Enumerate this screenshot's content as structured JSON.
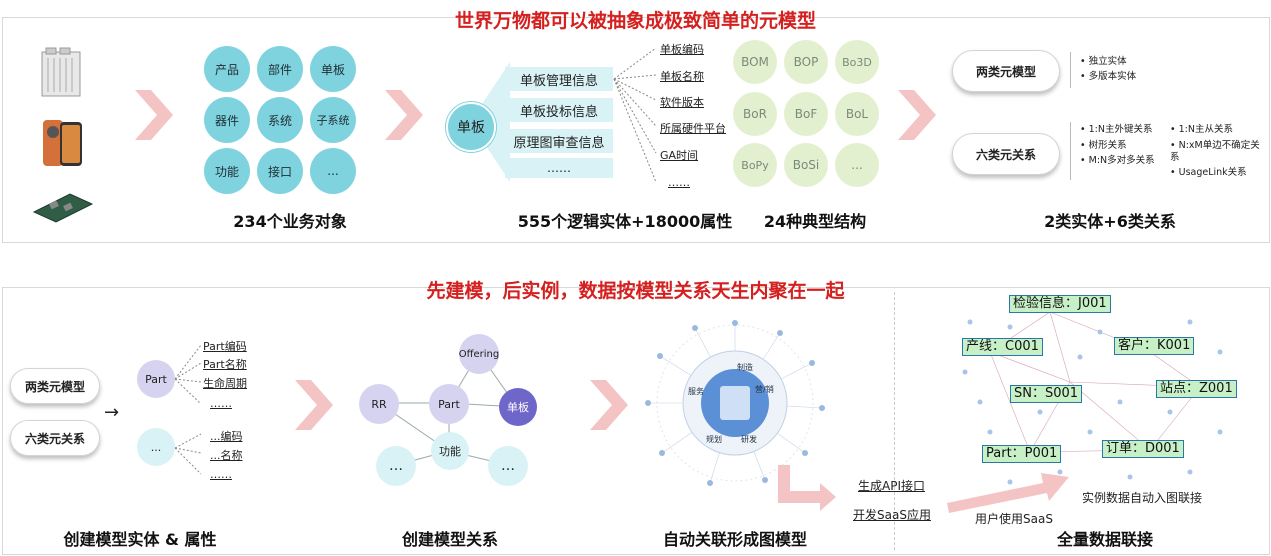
{
  "top": {
    "title": "世界万物都可以被抽象成极致简单的元模型",
    "business_objects": [
      "产品",
      "部件",
      "单板",
      "器件",
      "系统",
      "子系统",
      "功能",
      "接口",
      "..."
    ],
    "caption1": "234个业务对象",
    "center_node": "单板",
    "info_boxes": [
      "单板管理信息",
      "单板投标信息",
      "原理图审查信息",
      "……"
    ],
    "attributes": [
      "单板编码",
      "单板名称",
      "软件版本",
      "所属硬件平台",
      "GA时间",
      "……"
    ],
    "caption2": "555个逻辑实体+18000属性",
    "structures": [
      "BOM",
      "BOP",
      "Bo3D",
      "BoR",
      "BoF",
      "BoL",
      "BoPy",
      "BoSi",
      "..."
    ],
    "caption3": "24种典型结构",
    "pill_entity": "两类元模型",
    "entity_items": [
      "独立实体",
      "多版本实体"
    ],
    "pill_relation": "六类元关系",
    "relation_items_left": [
      "1:N主外键关系",
      "树形关系",
      "M:N多对多关系"
    ],
    "relation_items_right": [
      "1:N主从关系",
      "N:xM单边不确定关系",
      "UsageLink关系"
    ],
    "caption4": "2类实体+6类关系"
  },
  "bottom": {
    "title": "先建模，后实例，数据按模型关系天生内聚在一起",
    "pill_entity": "两类元模型",
    "pill_relation": "六类元关系",
    "arrow": "→",
    "part_node": "Part",
    "part_attrs": [
      "Part编码",
      "Part名称",
      "生命周期",
      "……"
    ],
    "other_node": "...",
    "other_attrs": [
      "...编码",
      "...名称",
      "……"
    ],
    "caption1": "创建模型实体 & 属性",
    "graph_nodes": [
      "Offering",
      "RR",
      "Part",
      "单板",
      "功能",
      "…",
      "…"
    ],
    "caption2": "创建模型关系",
    "caption3": "自动关联形成图模型",
    "hub_labels": [
      "制造",
      "营/销",
      "研发",
      "规划",
      "服务"
    ],
    "gen_api": "生成API接口",
    "dev_saas": "开发SaaS应用",
    "user_saas": "用户使用SaaS",
    "auto_link": "实例数据自动入图联接",
    "instances": [
      "检验信息：J001",
      "产线：C001",
      "客户：K001",
      "SN：S001",
      "站点：Z001",
      "Part：P001",
      "订单：D001"
    ],
    "caption4": "全量数据联接"
  }
}
